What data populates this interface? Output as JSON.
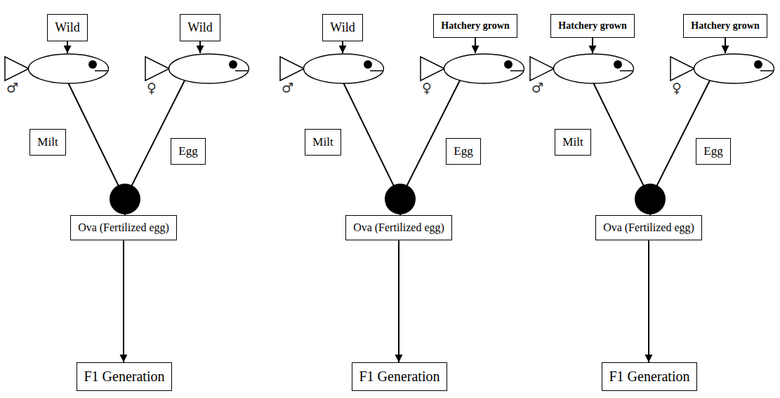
{
  "diagram": {
    "nodes": [
      {
        "text": [
          "Wild"
        ]
      },
      {
        "text": [
          "Wild"
        ]
      },
      {
        "text": [
          "♂"
        ]
      },
      {
        "text": [
          "♀"
        ]
      },
      {
        "text": [
          "Milt"
        ]
      },
      {
        "text": [
          "Egg"
        ]
      },
      {
        "text": [
          "Ova (Fertilized egg)"
        ]
      },
      {
        "text": [
          "F1 Generation"
        ]
      },
      {
        "text": [
          "Wild"
        ]
      },
      {
        "text": [
          "Hatchery grown"
        ]
      },
      {
        "text": [
          "♂"
        ]
      },
      {
        "text": [
          "♀"
        ]
      },
      {
        "text": [
          "Milt"
        ]
      },
      {
        "text": [
          "Egg"
        ]
      },
      {
        "text": [
          "Ova (Fertilized egg)"
        ]
      },
      {
        "text": [
          "F1 Generation"
        ]
      },
      {
        "text": [
          "Hatchery grown"
        ]
      },
      {
        "text": [
          "Hatchery grown"
        ]
      },
      {
        "text": [
          "♂"
        ]
      },
      {
        "text": [
          "♀"
        ]
      },
      {
        "text": [
          "Milt"
        ]
      },
      {
        "text": [
          "Egg"
        ]
      },
      {
        "text": [
          "Ova (Fertilized egg)"
        ]
      },
      {
        "text": [
          "F1 Generation"
        ]
      }
    ],
    "edges": [
      {
        "from": 0,
        "to": 2,
        "arrow": "to"
      },
      {
        "from": 1,
        "to": 3,
        "arrow": "to"
      },
      {
        "from": 2,
        "to": 6,
        "arrow": "none"
      },
      {
        "from": 3,
        "to": 6,
        "arrow": "none"
      },
      {
        "from": 6,
        "to": 7,
        "arrow": "to"
      },
      {
        "from": 8,
        "to": 10,
        "arrow": "to"
      },
      {
        "from": 9,
        "to": 11,
        "arrow": "to"
      },
      {
        "from": 10,
        "to": 14,
        "arrow": "none"
      },
      {
        "from": 11,
        "to": 14,
        "arrow": "none"
      },
      {
        "from": 14,
        "to": 15,
        "arrow": "to"
      },
      {
        "from": 16,
        "to": 18,
        "arrow": "to"
      },
      {
        "from": 17,
        "to": 19,
        "arrow": "to"
      },
      {
        "from": 18,
        "to": 22,
        "arrow": "none"
      },
      {
        "from": 19,
        "to": 22,
        "arrow": "none"
      },
      {
        "from": 22,
        "to": 23,
        "arrow": "to"
      }
    ]
  }
}
